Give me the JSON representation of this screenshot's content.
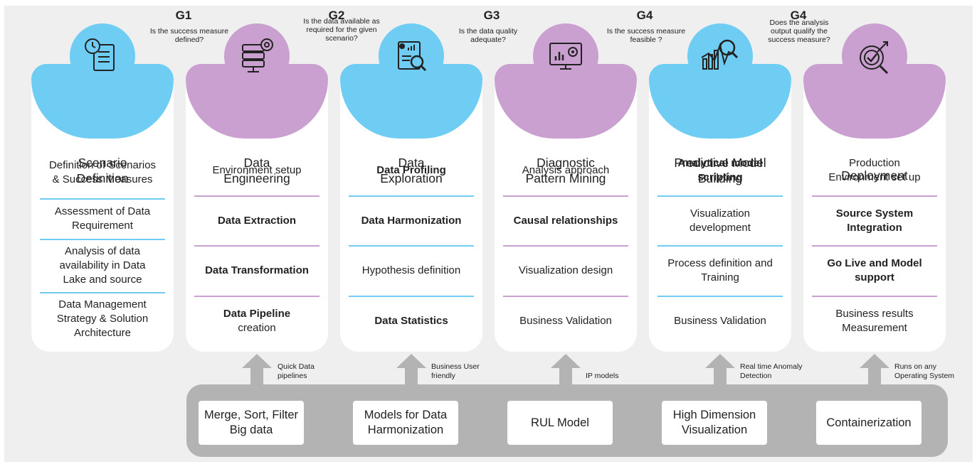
{
  "gates": [
    {
      "code": "G1",
      "question": "Is the success measure defined?"
    },
    {
      "code": "G2",
      "question": "Is the data available as required for the given scenario?"
    },
    {
      "code": "G3",
      "question": "Is the data quality adequate?"
    },
    {
      "code": "G4",
      "question": "Is the success measure feasible ?"
    },
    {
      "code": "G4",
      "question": "Does the analysis output qualify the success measure?"
    }
  ],
  "stages": [
    {
      "title": "Scenario Definition",
      "icon": "clipboard-clock-icon",
      "color": "#6fcdf4",
      "items": [
        {
          "text": "Definition of Scenarios & Success Measures",
          "bold": false
        },
        {
          "text": "Assessment of Data Requirement",
          "bold": false
        },
        {
          "text": "Analysis of data availability in Data Lake and source",
          "bold": false
        },
        {
          "text": "Data Management Strategy & Solution Architecture",
          "bold": false
        }
      ]
    },
    {
      "title": "Data Engineering",
      "icon": "database-gear-icon",
      "color": "#c9a0cf",
      "items": [
        {
          "text": "Environment setup",
          "bold": false
        },
        {
          "text": "Data Extraction",
          "bold": true
        },
        {
          "text": "Data Transformation",
          "bold": true
        },
        {
          "text": "Data Pipeline",
          "bold": true,
          "text2": "creation"
        }
      ]
    },
    {
      "title": "Data Exploration",
      "icon": "report-magnifier-icon",
      "color": "#6fcdf4",
      "items": [
        {
          "text": "Data Profiling",
          "bold": true
        },
        {
          "text": "Data Harmonization",
          "bold": true
        },
        {
          "text": "Hypothesis definition",
          "bold": false
        },
        {
          "text": "Data Statistics",
          "bold": true
        }
      ]
    },
    {
      "title": "Diagnostic Pattern Mining",
      "icon": "monitor-chart-gear-icon",
      "color": "#c9a0cf",
      "items": [
        {
          "text": "Analysis approach",
          "bold": false
        },
        {
          "text": "Causal relationships",
          "bold": true
        },
        {
          "text": "Visualization design",
          "bold": false
        },
        {
          "text": "Business Validation",
          "bold": false
        }
      ]
    },
    {
      "title": "Predictive Model Building",
      "icon": "chart-magnifier-icon",
      "color": "#6fcdf4",
      "items": [
        {
          "text": "Analytical model scripting",
          "bold": true
        },
        {
          "text": "Visualization development",
          "bold": false
        },
        {
          "text": "Process definition and Training",
          "bold": false
        },
        {
          "text": "Business Validation",
          "bold": false
        }
      ]
    },
    {
      "title": "Deployment",
      "icon": "target-check-icon",
      "color": "#c9a0cf",
      "items": [
        {
          "text": "Production Environment set up",
          "bold": false
        },
        {
          "text": "Source System Integration",
          "bold": true
        },
        {
          "text": "Go Live and Model support",
          "bold": true
        },
        {
          "text": "Business results Measurement",
          "bold": false
        }
      ]
    }
  ],
  "accelerators": [
    {
      "label": "Merge, Sort, Filter Big data",
      "note": "Quick Data pipelines"
    },
    {
      "label": "Models for Data Harmonization",
      "note": "Business User friendly"
    },
    {
      "label": "RUL Model",
      "note": "IP models"
    },
    {
      "label": "High Dimension Visualization",
      "note": "Real time Anomaly Detection"
    },
    {
      "label": "Containerization",
      "note": "Runs on any Operating System"
    }
  ],
  "colors": {
    "blue": "#6fcdf4",
    "purple": "#c9a0cf",
    "base": "#b3b3b3",
    "background": "#efefef"
  }
}
